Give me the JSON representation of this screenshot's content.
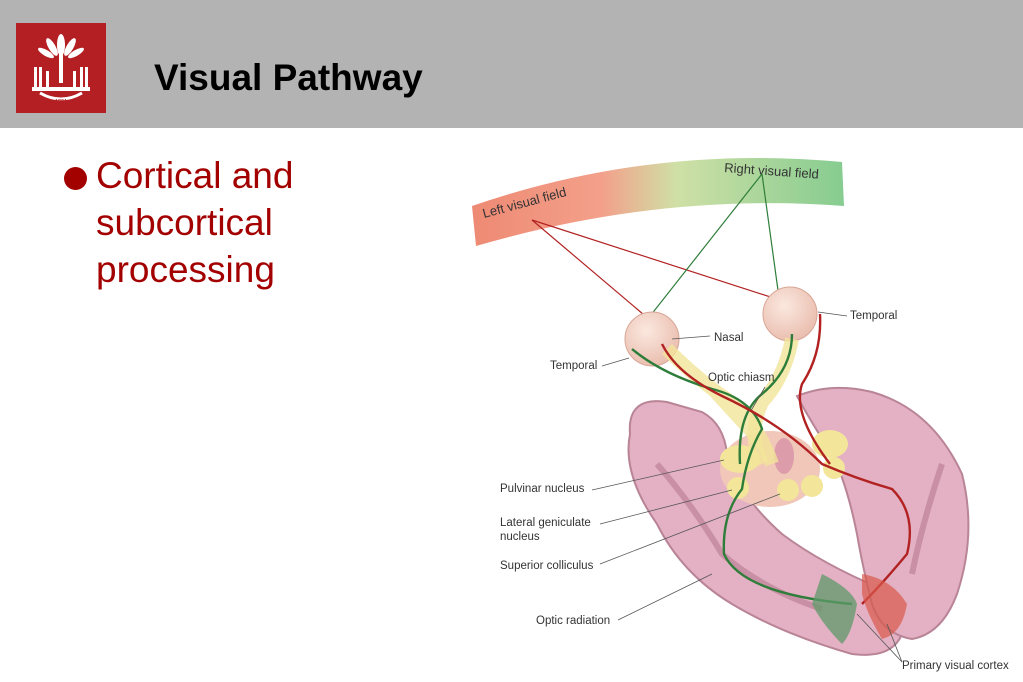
{
  "header": {
    "title": "Visual Pathway",
    "background_color": "#b3b3b3",
    "logo_color": "#b41f24",
    "logo_icon": "palmetto-seal-icon"
  },
  "content": {
    "bullets": [
      {
        "text": "Cortical and subcortical processing"
      }
    ],
    "text_color": "#a30000"
  },
  "figure": {
    "labels": {
      "left_visual_field": "Left visual field",
      "right_visual_field": "Right visual field",
      "temporal_right": "Temporal",
      "nasal": "Nasal",
      "temporal_left": "Temporal",
      "optic_chiasm": "Optic chiasm",
      "pulvinar_nucleus": "Pulvinar nucleus",
      "lgn_line1": "Lateral geniculate",
      "lgn_line2": "nucleus",
      "superior_colliculus": "Superior colliculus",
      "optic_radiation": "Optic radiation",
      "primary_visual_cortex": "Primary visual cortex"
    },
    "colors": {
      "left_field": "#ee8a74",
      "right_field": "#86cc90",
      "pathway_green": "#2e7d3a",
      "pathway_red": "#b22222",
      "brain": "#e3b1c3",
      "eye": "#f1cfc2",
      "nucleus": "#f3e59a"
    }
  }
}
